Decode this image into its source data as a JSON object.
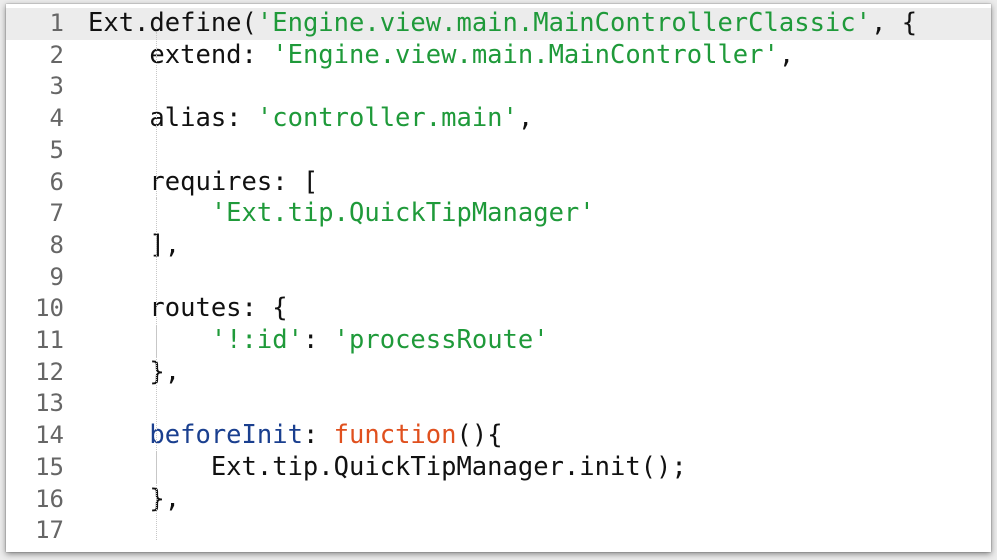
{
  "editor": {
    "current_line": 1,
    "colors": {
      "string": "#1f9a3a",
      "key": "#1a3f8f",
      "keyword": "#e0501e",
      "text": "#111111",
      "line_number": "#666666"
    },
    "lines": [
      {
        "n": "1",
        "tokens": [
          [
            "t",
            "Ext.define("
          ],
          [
            "s",
            "'Engine.view.main.MainControllerClassic'"
          ],
          [
            "t",
            ", {"
          ]
        ]
      },
      {
        "n": "2",
        "tokens": [
          [
            "t",
            "    extend: "
          ],
          [
            "s",
            "'Engine.view.main.MainController'"
          ],
          [
            "t",
            ","
          ]
        ]
      },
      {
        "n": "3",
        "tokens": []
      },
      {
        "n": "4",
        "tokens": [
          [
            "t",
            "    alias: "
          ],
          [
            "s",
            "'controller.main'"
          ],
          [
            "t",
            ","
          ]
        ]
      },
      {
        "n": "5",
        "tokens": []
      },
      {
        "n": "6",
        "tokens": [
          [
            "t",
            "    requires: ["
          ]
        ]
      },
      {
        "n": "7",
        "tokens": [
          [
            "t",
            "        "
          ],
          [
            "s",
            "'Ext.tip.QuickTipManager'"
          ]
        ]
      },
      {
        "n": "8",
        "tokens": [
          [
            "t",
            "    ],"
          ]
        ]
      },
      {
        "n": "9",
        "tokens": []
      },
      {
        "n": "10",
        "tokens": [
          [
            "t",
            "    routes: {"
          ]
        ]
      },
      {
        "n": "11",
        "tokens": [
          [
            "t",
            "        "
          ],
          [
            "s",
            "'!:id'"
          ],
          [
            "t",
            ": "
          ],
          [
            "s",
            "'processRoute'"
          ]
        ]
      },
      {
        "n": "12",
        "tokens": [
          [
            "t",
            "    },"
          ]
        ]
      },
      {
        "n": "13",
        "tokens": []
      },
      {
        "n": "14",
        "tokens": [
          [
            "t",
            "    "
          ],
          [
            "k",
            "beforeInit"
          ],
          [
            "t",
            ": "
          ],
          [
            "w",
            "function"
          ],
          [
            "t",
            "(){"
          ]
        ]
      },
      {
        "n": "15",
        "tokens": [
          [
            "t",
            "        Ext.tip.QuickTipManager.init();"
          ]
        ]
      },
      {
        "n": "16",
        "tokens": [
          [
            "t",
            "    },"
          ]
        ]
      },
      {
        "n": "17",
        "tokens": []
      }
    ]
  }
}
